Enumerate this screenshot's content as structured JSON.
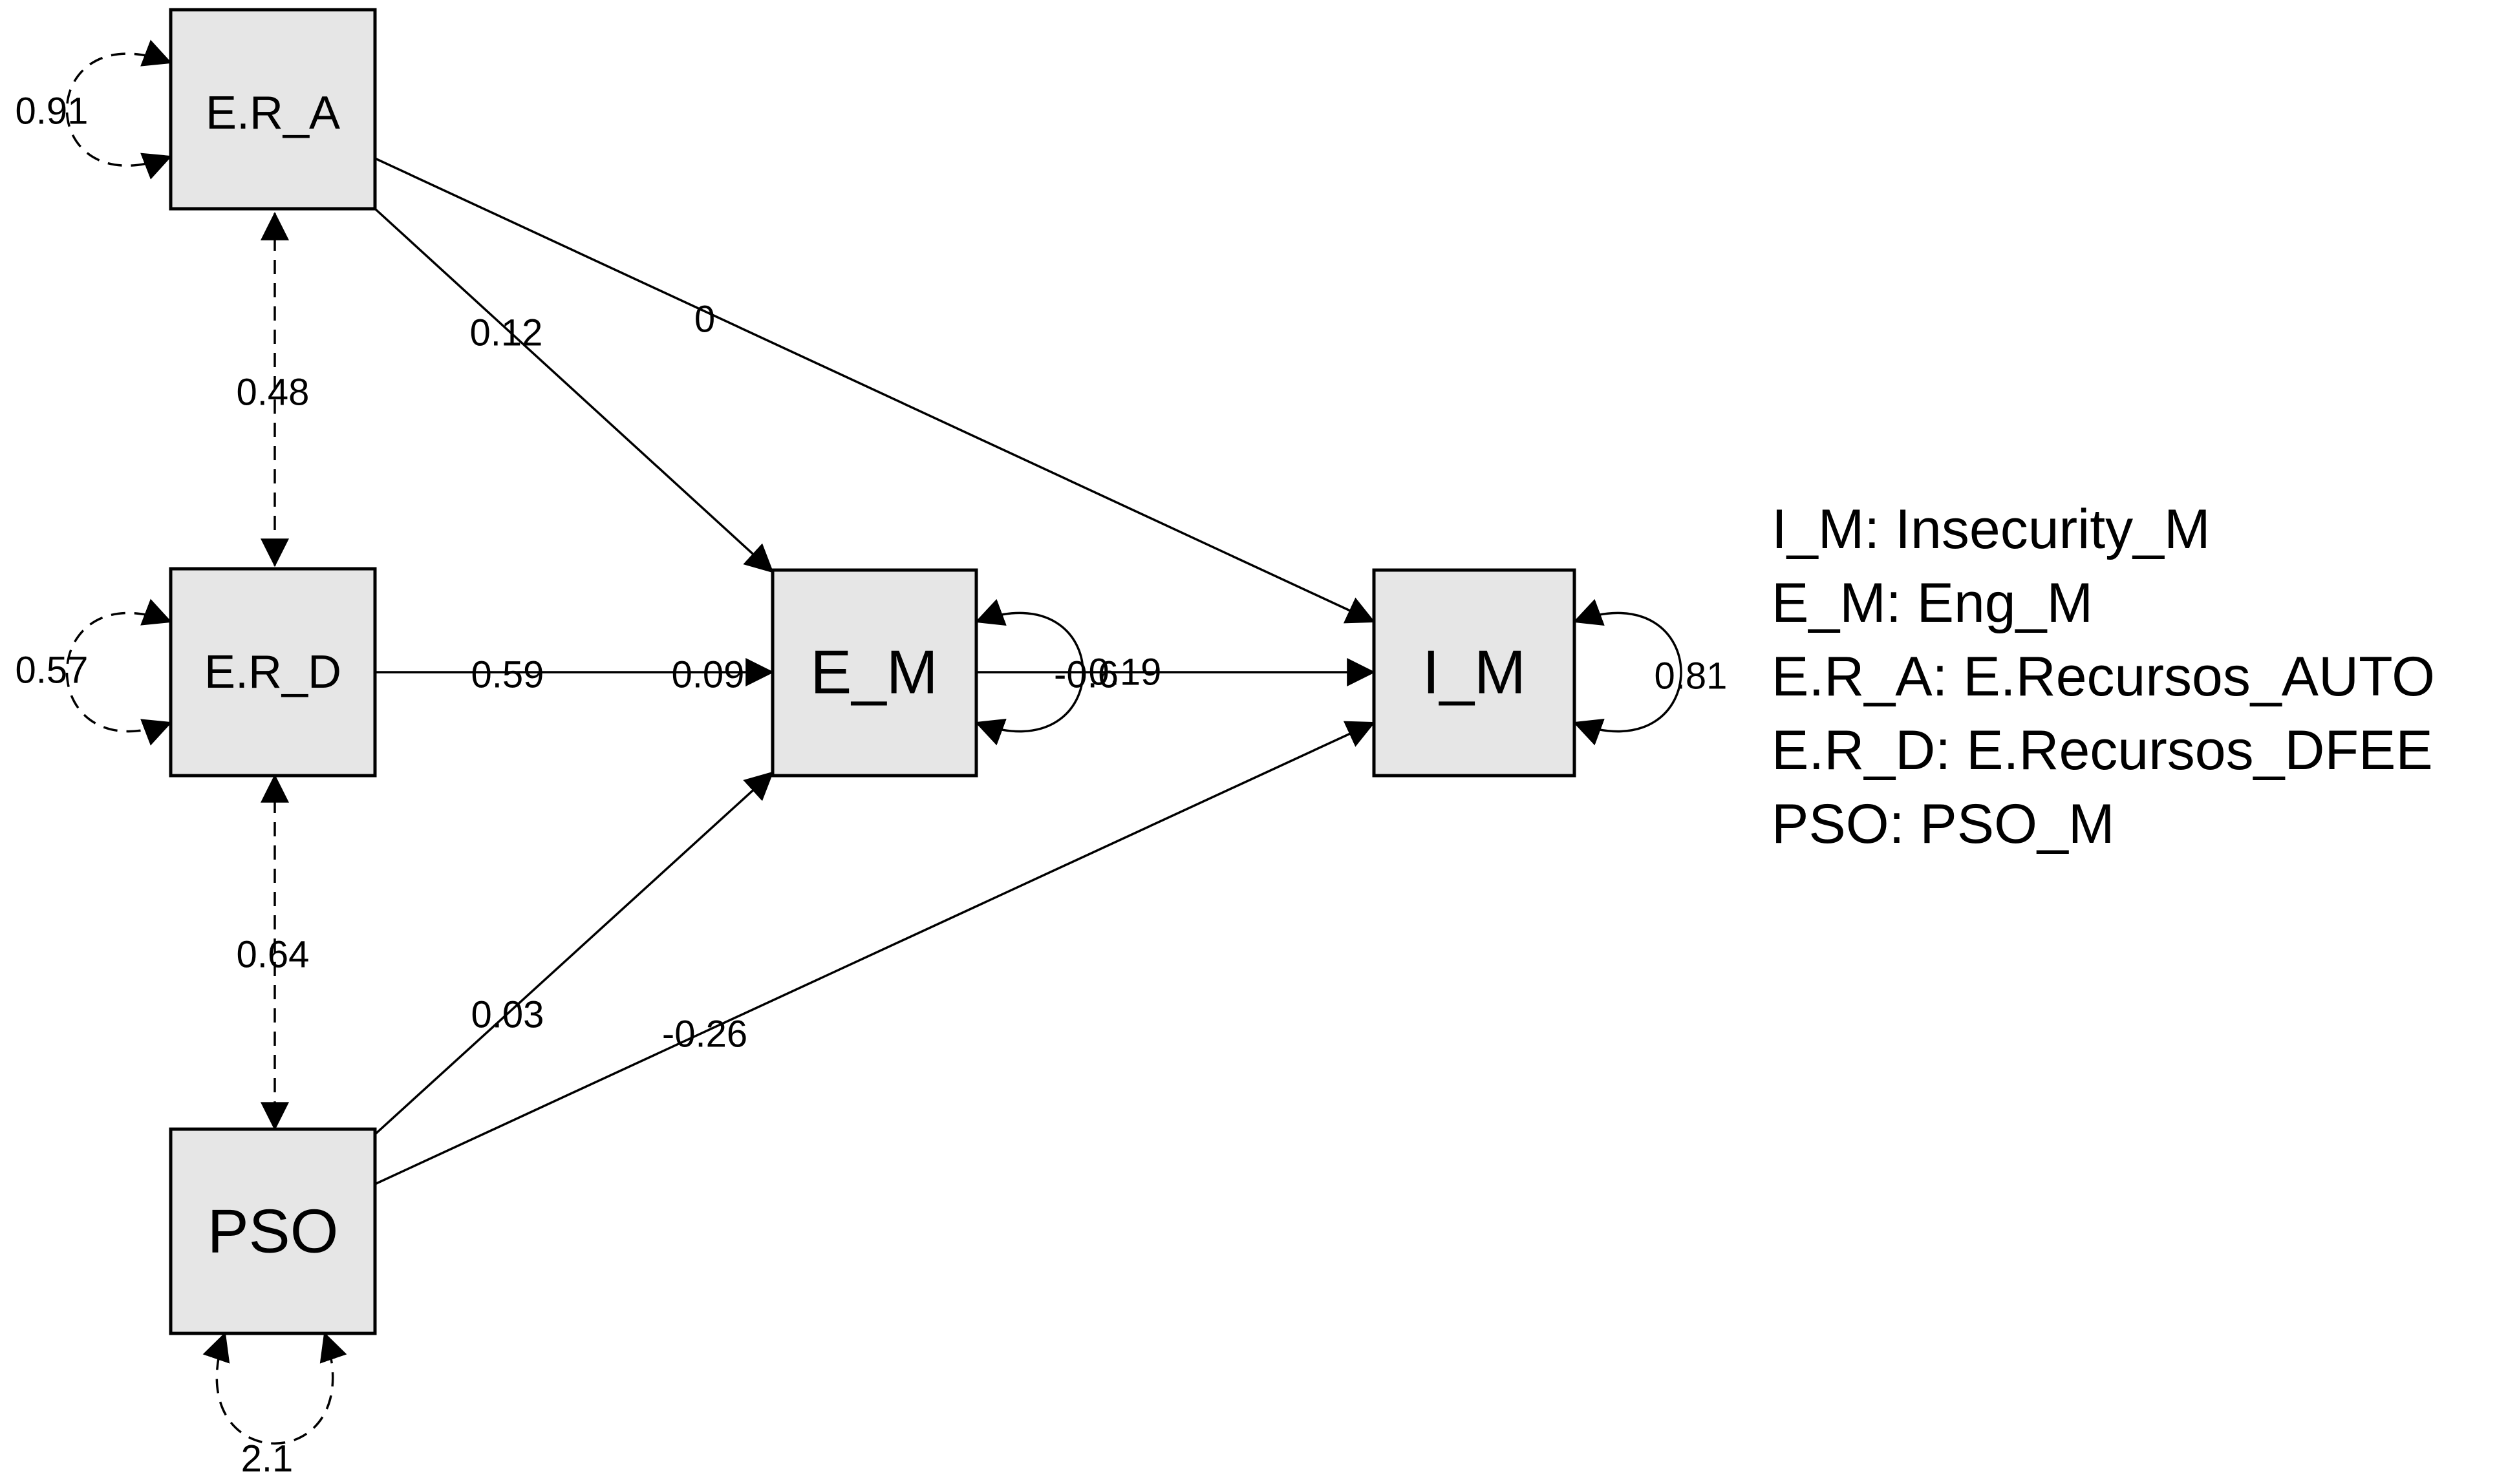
{
  "nodes": {
    "era": "E.R_A",
    "erd": "E.R_D",
    "pso": "PSO",
    "em": "E_M",
    "im": "I_M"
  },
  "coefficients": {
    "era_var": "0.91",
    "erd_var": "0.57",
    "pso_var": "2.1",
    "em_var": "0.19",
    "im_var": "0.81",
    "era_erd_cov": "0.48",
    "erd_pso_cov": "0.64",
    "era_em": "0.12",
    "era_im": "0",
    "erd_em_a": "0.59",
    "erd_em_b": "0.09",
    "em_im": "-0.6",
    "pso_em": "0.03",
    "pso_im": "-0.26"
  },
  "legend": [
    "I_M: Insecurity_M",
    "E_M: Eng_M",
    "E.R_A: E.Recursos_AUTO",
    "E.R_D: E.Recursos_DFEE",
    "PSO: PSO_M"
  ]
}
